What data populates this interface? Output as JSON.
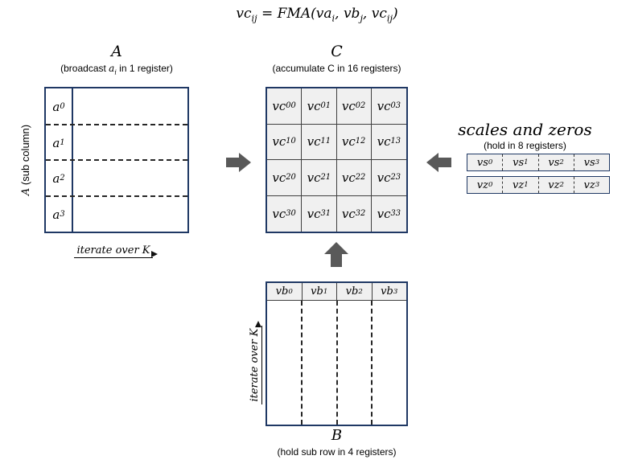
{
  "formula": {
    "p1": "vc",
    "s1": "ij",
    "p2": " = FMA(",
    "p3": "va",
    "s3": "i",
    "p4": ", ",
    "p5": "vb",
    "s5": "j",
    "p6": ", ",
    "p7": "vc",
    "s7": "ij",
    "p8": ")"
  },
  "a": {
    "title": "A",
    "subtitle_pre": "(broadcast ",
    "subtitle_var": "a",
    "subtitle_sub": "i",
    "subtitle_post": " in 1 register)",
    "side_label_var": "A",
    "side_label_rest": " (sub column)",
    "cells": [
      {
        "base": "a",
        "sub": "0"
      },
      {
        "base": "a",
        "sub": "1"
      },
      {
        "base": "a",
        "sub": "2"
      },
      {
        "base": "a",
        "sub": "3"
      }
    ],
    "iterate_label": "iterate over K"
  },
  "c": {
    "title": "C",
    "subtitle": "(accumulate C in 16 registers)",
    "cells": [
      {
        "base": "vc",
        "sub": "00"
      },
      {
        "base": "vc",
        "sub": "01"
      },
      {
        "base": "vc",
        "sub": "02"
      },
      {
        "base": "vc",
        "sub": "03"
      },
      {
        "base": "vc",
        "sub": "10"
      },
      {
        "base": "vc",
        "sub": "11"
      },
      {
        "base": "vc",
        "sub": "12"
      },
      {
        "base": "vc",
        "sub": "13"
      },
      {
        "base": "vc",
        "sub": "20"
      },
      {
        "base": "vc",
        "sub": "21"
      },
      {
        "base": "vc",
        "sub": "22"
      },
      {
        "base": "vc",
        "sub": "23"
      },
      {
        "base": "vc",
        "sub": "30"
      },
      {
        "base": "vc",
        "sub": "31"
      },
      {
        "base": "vc",
        "sub": "32"
      },
      {
        "base": "vc",
        "sub": "33"
      }
    ]
  },
  "scales": {
    "title": "scales and zeros",
    "subtitle": "(hold in 8 registers)",
    "vs_cells": [
      {
        "base": "vs",
        "sub": "0"
      },
      {
        "base": "vs",
        "sub": "1"
      },
      {
        "base": "vs",
        "sub": "2"
      },
      {
        "base": "vs",
        "sub": "3"
      }
    ],
    "vz_cells": [
      {
        "base": "vz",
        "sub": "0"
      },
      {
        "base": "vz",
        "sub": "1"
      },
      {
        "base": "vz",
        "sub": "2"
      },
      {
        "base": "vz",
        "sub": "3"
      }
    ]
  },
  "b": {
    "title": "B",
    "subtitle": "(hold sub row in 4 registers)",
    "cells": [
      {
        "base": "vb",
        "sub": "0"
      },
      {
        "base": "vb",
        "sub": "1"
      },
      {
        "base": "vb",
        "sub": "2"
      },
      {
        "base": "vb",
        "sub": "3"
      }
    ],
    "iterate_label": "iterate over K"
  },
  "colors": {
    "box_border": "#1f3864",
    "cell_fill": "#f0f0f0",
    "arrow_gray": "#595959",
    "dash_line": "#262626"
  },
  "icons": {
    "block-arrow-right": "css-shape",
    "block-arrow-left": "css-shape",
    "block-arrow-up": "css-shape",
    "right-arrow": "css-triangle",
    "up-arrow": "css-triangle"
  }
}
